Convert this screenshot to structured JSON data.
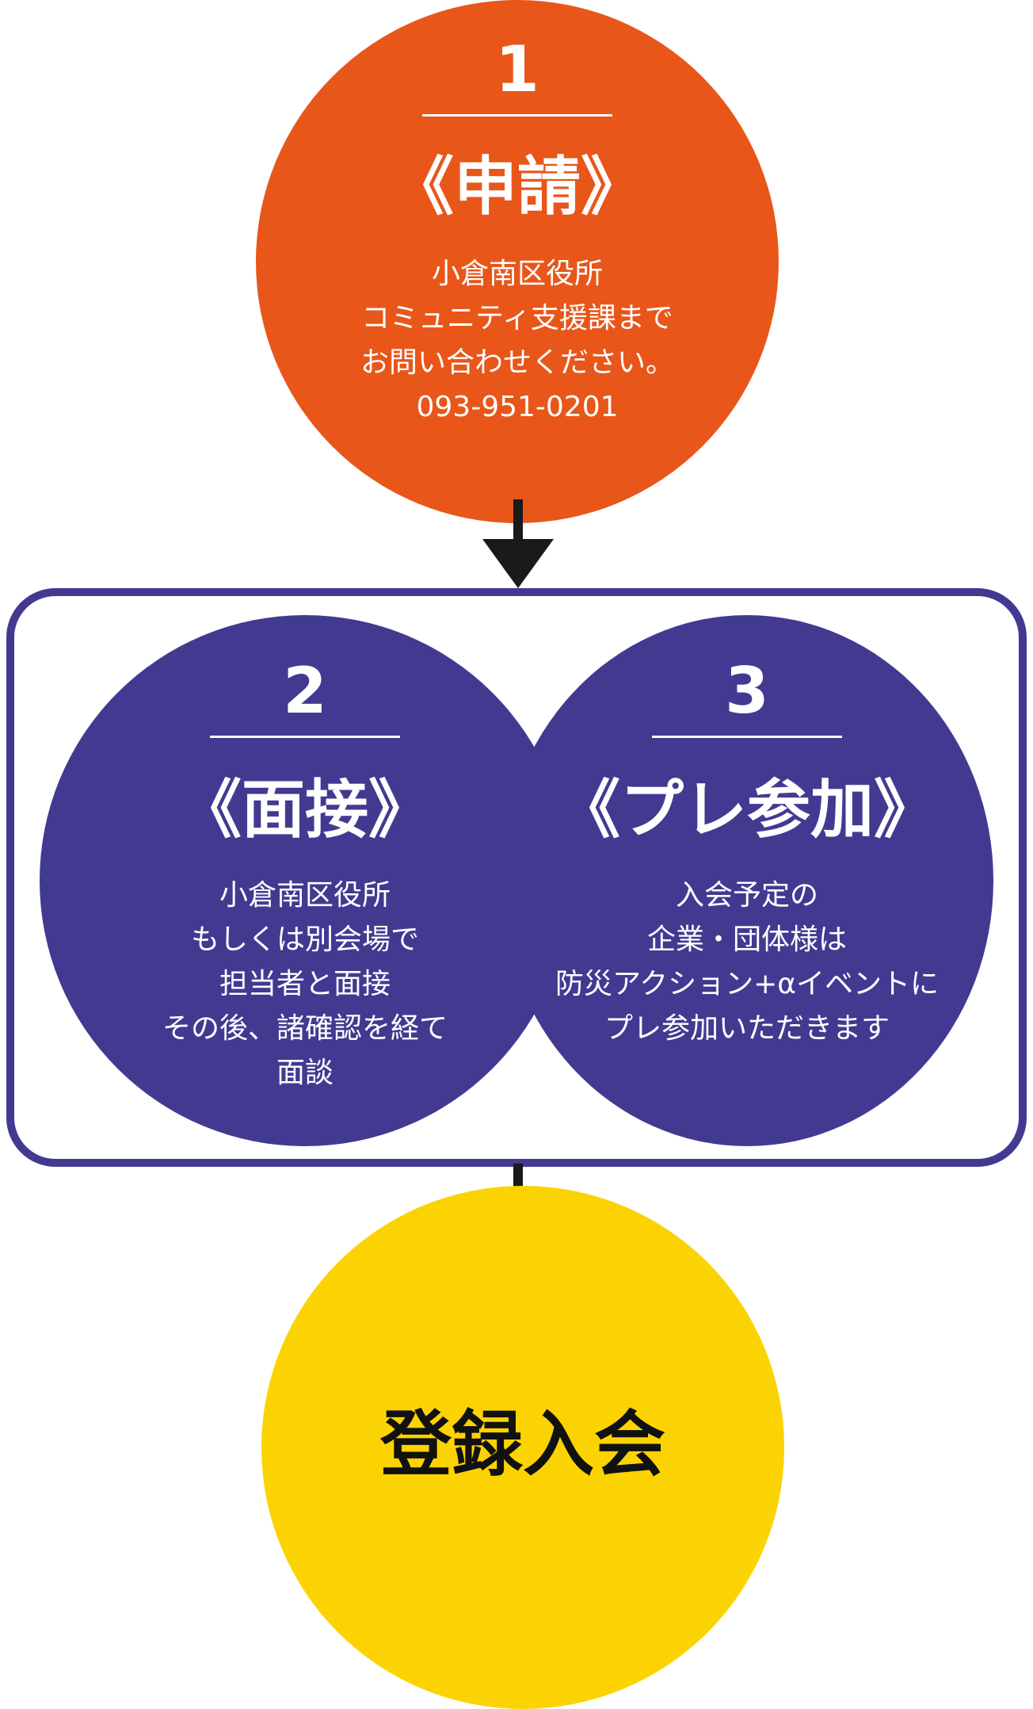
{
  "step1": {
    "number": "1",
    "title": "《申請》",
    "lines": [
      "小倉南区役所",
      "コミュニティ支援課まで",
      "お問い合わせください。",
      "093-951-0201"
    ]
  },
  "step2": {
    "number": "2",
    "title": "《面接》",
    "lines": [
      "小倉南区役所",
      "もしくは別会場で",
      "担当者と面接",
      "その後、諸確認を経て",
      "面談"
    ]
  },
  "step3": {
    "number": "3",
    "title": "《プレ参加》",
    "lines": [
      "入会予定の",
      "企業・団体様は",
      "防災アクション+αイベントに",
      "プレ参加いただきます"
    ]
  },
  "final": {
    "label": "登録入会"
  },
  "colors": {
    "step1": "#e8561a",
    "steps23": "#423a91",
    "final": "#fcd302",
    "arrow": "#1a1a1a"
  }
}
